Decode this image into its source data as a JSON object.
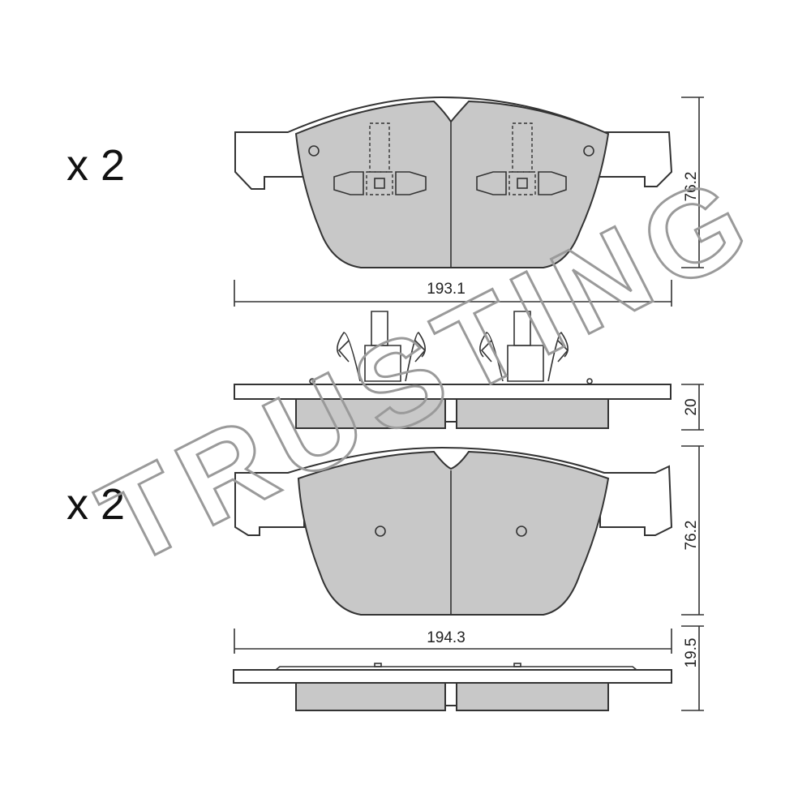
{
  "quantity_top": "x 2",
  "quantity_bottom": "x 2",
  "watermark": "TRUSTING",
  "top_pad": {
    "height_label": "76.2",
    "width_label": "193.1",
    "thickness_label": "20"
  },
  "bottom_pad": {
    "height_label": "76.2",
    "width_label": "194.3",
    "thickness_label": "19.5"
  },
  "colors": {
    "friction_material": "#c8c8c8",
    "line": "#333333",
    "watermark": "#9a9a9a"
  }
}
